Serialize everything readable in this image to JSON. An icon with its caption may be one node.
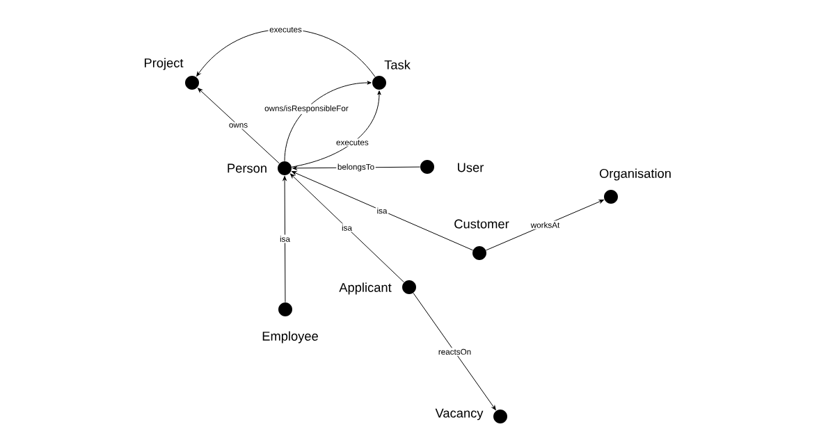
{
  "diagram": {
    "nodes": [
      {
        "text": [
          "Project"
        ]
      },
      {
        "text": [
          "Task"
        ]
      },
      {
        "text": [
          "Person"
        ]
      },
      {
        "text": [
          "User"
        ]
      },
      {
        "text": [
          "Organisation"
        ]
      },
      {
        "text": [
          "Customer"
        ]
      },
      {
        "text": [
          "Applicant"
        ]
      },
      {
        "text": [
          "Employee"
        ]
      },
      {
        "text": [
          "Vacancy"
        ]
      }
    ],
    "edges": [
      {
        "from": 1,
        "to": 0,
        "arrow": "to",
        "label": "executes"
      },
      {
        "from": 2,
        "to": 1,
        "arrow": "to",
        "label": "owns/isResponsibleFor"
      },
      {
        "from": 2,
        "to": 0,
        "arrow": "to",
        "label": "owns"
      },
      {
        "from": 2,
        "to": 1,
        "arrow": "to",
        "label": "executes"
      },
      {
        "from": 3,
        "to": 2,
        "arrow": "to",
        "label": "belongsTo"
      },
      {
        "from": 5,
        "to": 2,
        "arrow": "to",
        "label": "isa"
      },
      {
        "from": 6,
        "to": 2,
        "arrow": "to",
        "label": "isa"
      },
      {
        "from": 7,
        "to": 2,
        "arrow": "to",
        "label": "isa"
      },
      {
        "from": 5,
        "to": 4,
        "arrow": "to",
        "label": "worksAt"
      },
      {
        "from": 6,
        "to": 8,
        "arrow": "to",
        "label": "reactsOn"
      }
    ]
  }
}
